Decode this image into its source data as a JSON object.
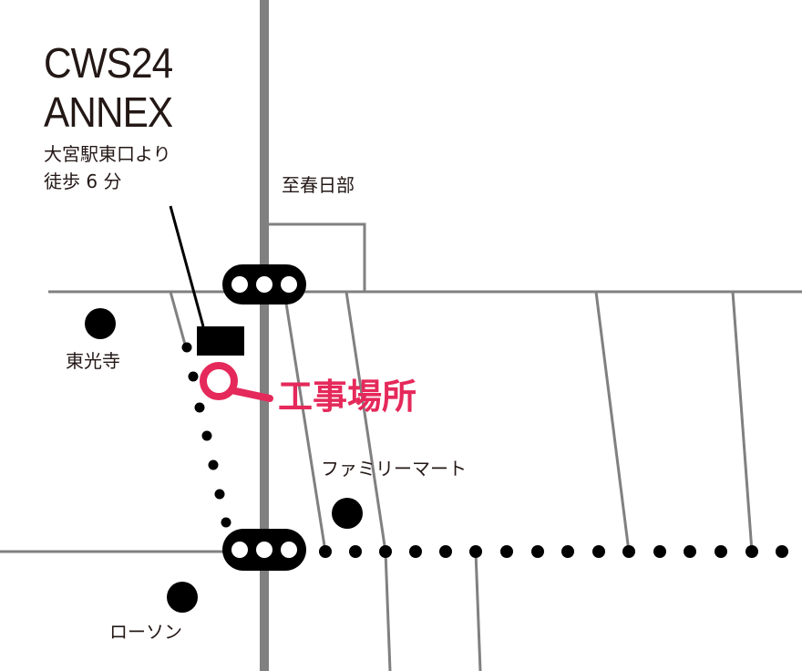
{
  "building": {
    "name_line1": "CWS24",
    "name_line2": "ANNEX",
    "access_line1": "大宮駅東口より",
    "access_line2": "徒歩 6 分"
  },
  "labels": {
    "direction": "至春日部",
    "temple": "東光寺",
    "store_familymart": "ファミリーマート",
    "store_lawson": "ローソン",
    "construction_site": "工事場所"
  },
  "colors": {
    "road": "#808080",
    "main_road": "#808080",
    "marker": "#000000",
    "site_accent": "#e5295a",
    "text": "#231815"
  }
}
